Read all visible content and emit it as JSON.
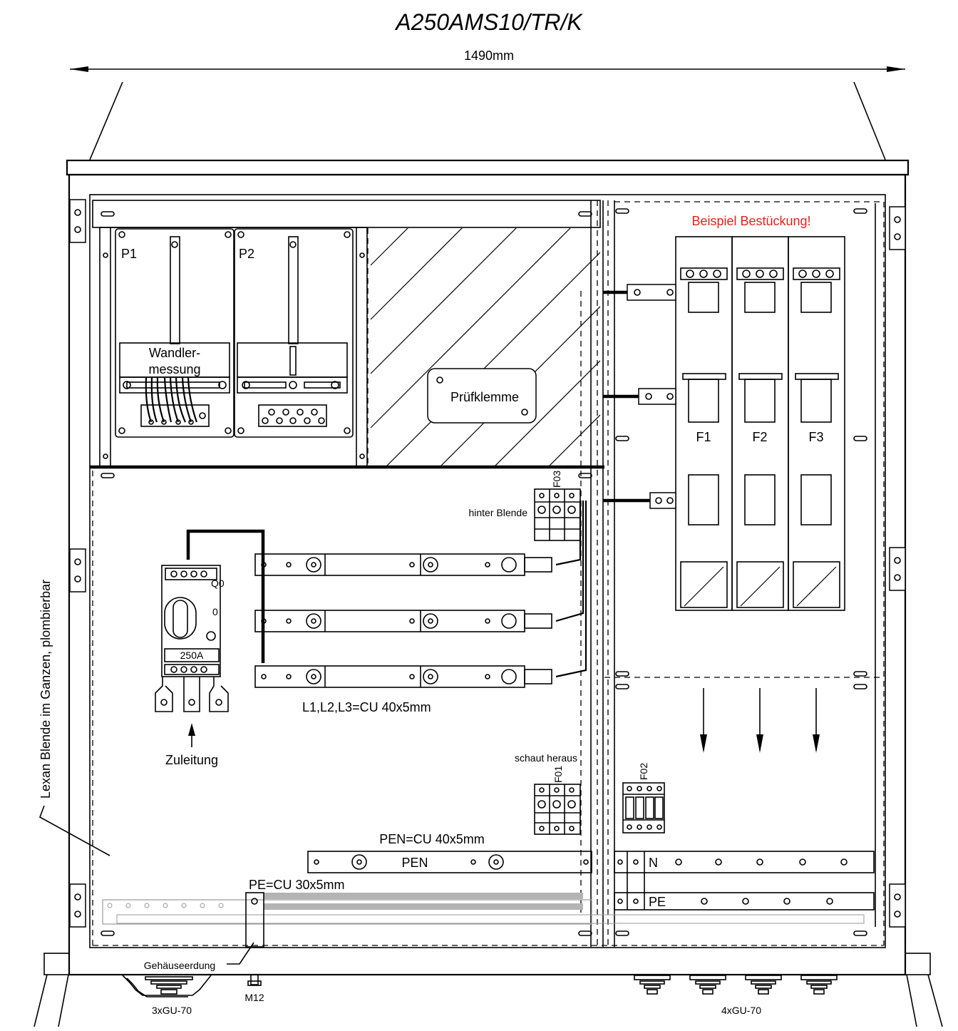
{
  "title": "A250AMS10/TR/K",
  "width_label": "1490mm",
  "labels": {
    "example": "Beispiel Bestückung!",
    "p1": "P1",
    "p2": "P2",
    "wandler": "Wandler-",
    "messung": "messung",
    "pruefklemme": "Prüfklemme",
    "f1": "F1",
    "f2": "F2",
    "f3": "F3",
    "f03": "F03",
    "hinter_blende": "hinter Blende",
    "breaker_q0": "Q0",
    "breaker_zero": "0",
    "breaker_rating": "250A",
    "busbars": "L1,L2,L3=CU 40x5mm",
    "zuleitung": "Zuleitung",
    "schaut_heraus": "schaut heraus",
    "f01": "F01",
    "f02": "F02",
    "pen_spec": "PEN=CU 40x5mm",
    "pen": "PEN",
    "n": "N",
    "pe": "PE",
    "pe_spec": "PE=CU 30x5mm",
    "lexan": "Lexan Blende im Ganzen, plombierbar",
    "gehaeuseerdung": "Gehäuseerdung",
    "m12": "M12",
    "gu_left": "3xGU-70",
    "gu_right": "4xGU-70"
  },
  "colors": {
    "example_text": "#e0231c",
    "line": "#000000",
    "pe_bar": "#b4b4b4"
  }
}
